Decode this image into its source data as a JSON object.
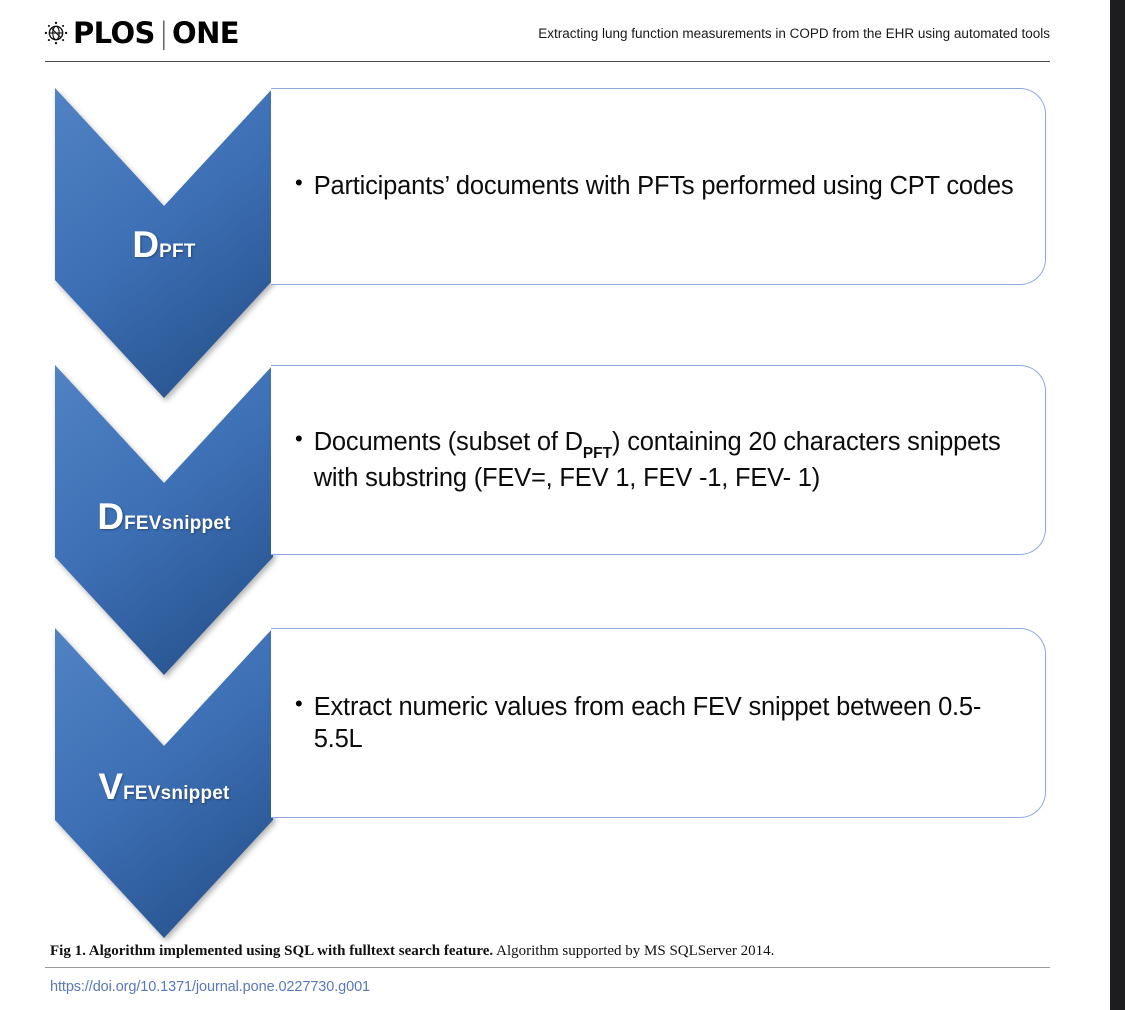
{
  "header": {
    "journal_name_part1": "PLOS",
    "journal_divider": "|",
    "journal_name_part2": "ONE",
    "logo_icon": "plos-globe-icon",
    "running_title": "Extracting lung function measurements in COPD from the EHR using automated tools"
  },
  "figure": {
    "stages": [
      {
        "label_main": "D",
        "label_sub": "PFT",
        "bullet_marker": "•",
        "text_parts": [
          {
            "kind": "text",
            "value": "Participants’ documents with PFTs performed using CPT codes"
          }
        ],
        "plain_text": "Participants’ documents with PFTs performed using CPT codes"
      },
      {
        "label_main": "D",
        "label_sub": "FEVsnippet",
        "bullet_marker": "•",
        "text_parts": [
          {
            "kind": "text",
            "value": "Documents (subset of D"
          },
          {
            "kind": "sub",
            "value": "PFT"
          },
          {
            "kind": "text",
            "value": ") containing 20 characters snippets with substring (FEV=, FEV 1, FEV -1, FEV- 1)"
          }
        ],
        "plain_text": "Documents (subset of DPFT) containing 20 characters snippets with substring (FEV=, FEV 1, FEV -1, FEV- 1)"
      },
      {
        "label_main": "V",
        "label_sub": "FEVsnippet",
        "bullet_marker": "•",
        "text_parts": [
          {
            "kind": "text",
            "value": "Extract numeric values from each FEV snippet between 0.5-5.5L"
          }
        ],
        "plain_text": "Extract numeric values from each FEV snippet between 0.5-5.5L"
      }
    ]
  },
  "caption": {
    "bold_part": "Fig 1.  Algorithm implemented using SQL with fulltext search feature.",
    "rest_part": " Algorithm supported by MS SQLServer 2014."
  },
  "doi": {
    "text": "https://doi.org/10.1371/journal.pone.0227730.g001"
  },
  "colors": {
    "chevron_light": "#5082c4",
    "chevron_mid": "#3d6fb5",
    "chevron_dark": "#2a5793",
    "panel_border": "#8faadc",
    "doi_link": "#5a79b8",
    "gutter": "#1d1d1f"
  }
}
